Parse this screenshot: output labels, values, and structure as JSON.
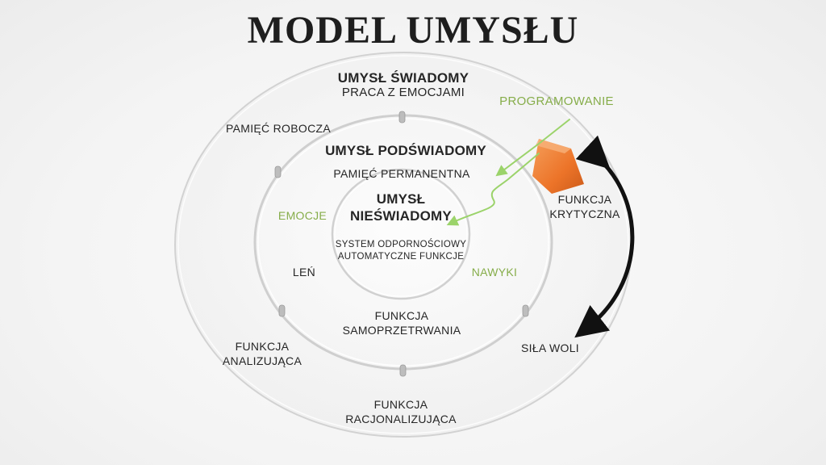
{
  "title": "MODEL UMYSŁU",
  "colors": {
    "accent_green": "#86ad4a",
    "critical_orange": "#f07a2a",
    "text": "#262626"
  },
  "rings": {
    "conscious": {
      "heading": "UMYSŁ ŚWIADOMY",
      "subtitle": "PRACA Z EMOCJAMI",
      "memory": "PAMIĘĆ ROBOCZA",
      "analyzing": [
        "FUNKCJA",
        "ANALIZUJĄCA"
      ],
      "rationalizing": [
        "FUNKCJA",
        "RACJONALIZUJĄCA"
      ]
    },
    "subconscious": {
      "heading": "UMYSŁ PODŚWIADOMY",
      "memory": "PAMIĘĆ PERMANENTNA",
      "emotions": "EMOCJE",
      "laziness": "LEŃ",
      "habits": "NAWYKI",
      "self_preservation": [
        "FUNKCJA",
        "SAMOPRZETRWANIA"
      ]
    },
    "unconscious": {
      "heading": [
        "UMYSŁ",
        "NIEŚWIADOMY"
      ],
      "immune": "SYSTEM ODPORNOŚCIOWY",
      "automatic": "AUTOMATYCZNE FUNKCJE"
    }
  },
  "programming": "PROGRAMOWANIE",
  "critical_function": [
    "FUNKCJA",
    "KRYTYCZNA"
  ],
  "willpower": "SIŁA WOLI"
}
